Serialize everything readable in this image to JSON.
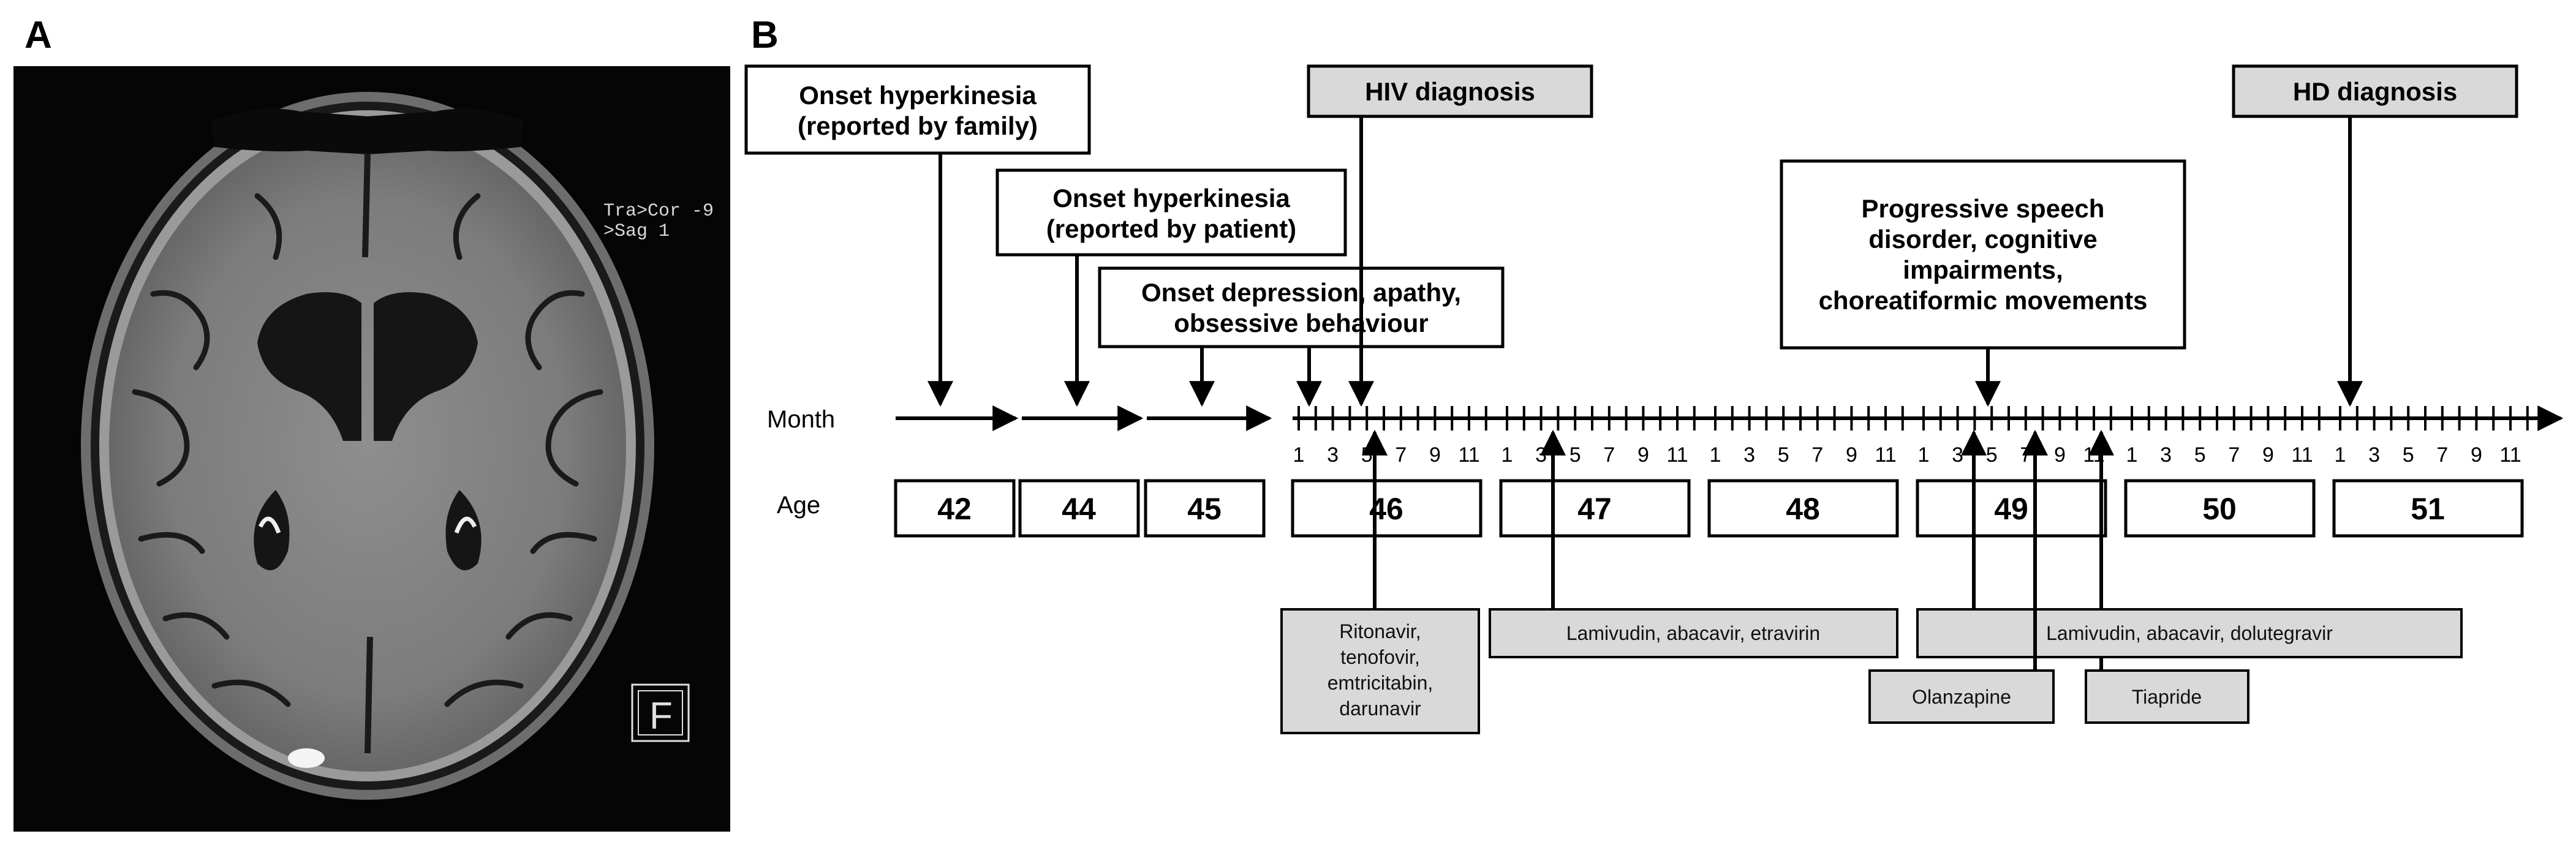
{
  "panels": {
    "a_label": "A",
    "b_label": "B"
  },
  "mri": {
    "overlay_line1": "Tra>Cor -9",
    "overlay_line2": ">Sag  1",
    "marker_letter": "F"
  },
  "timeline": {
    "month_label": "Month",
    "age_label": "Age",
    "pre_ages": [
      "42",
      "44",
      "45"
    ],
    "ages": [
      "46",
      "47",
      "48",
      "49",
      "50",
      "51"
    ],
    "month_ticks": [
      "1",
      "3",
      "5",
      "7",
      "9",
      "11"
    ]
  },
  "events": {
    "onset_family": [
      "Onset hyperkinesia",
      "(reported by family)"
    ],
    "onset_patient": [
      "Onset hyperkinesia",
      "(reported by patient)"
    ],
    "onset_depression": [
      "Onset depression, apathy,",
      "obsessive behaviour"
    ],
    "hiv_diagnosis": "HIV diagnosis",
    "progressive": [
      "Progressive speech",
      "disorder, cognitive",
      "impairments,",
      "choreatiformic movements"
    ],
    "hd_diagnosis": "HD diagnosis"
  },
  "treatments": {
    "ritonavir": [
      "Ritonavir,",
      "tenofovir,",
      "emtricitabin,",
      "darunavir"
    ],
    "lamivudin_etravirin": "Lamivudin, abacavir, etravirin",
    "lamivudin_dolutegravir": "Lamivudin, abacavir, dolutegravir",
    "olanzapine": "Olanzapine",
    "tiapride": "Tiapride"
  },
  "colors": {
    "box_gray": "#d9d9d9",
    "mri_background": "#050505",
    "line": "#000000"
  }
}
